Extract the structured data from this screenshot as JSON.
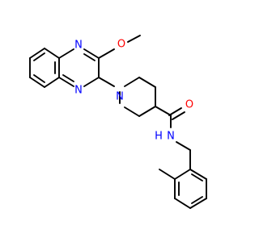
{
  "structure": {
    "atoms": [
      {
        "id": "o1",
        "element": "O",
        "label": "O",
        "color": "#ff0000"
      },
      {
        "id": "n1",
        "element": "N",
        "label": "N",
        "color": "#0000ff"
      },
      {
        "id": "n2",
        "element": "N",
        "label": "N",
        "color": "#0000ff"
      },
      {
        "id": "n3",
        "element": "N",
        "label": "N",
        "color": "#0000ff"
      },
      {
        "id": "o2",
        "element": "O",
        "label": "O",
        "color": "#ff0000"
      },
      {
        "id": "n4",
        "element": "N",
        "label": "N",
        "color": "#0000ff"
      },
      {
        "id": "h1",
        "element": "H",
        "label": "H",
        "color": "#0000ff"
      }
    ],
    "bond_color": "#000000",
    "background": "#ffffff"
  }
}
